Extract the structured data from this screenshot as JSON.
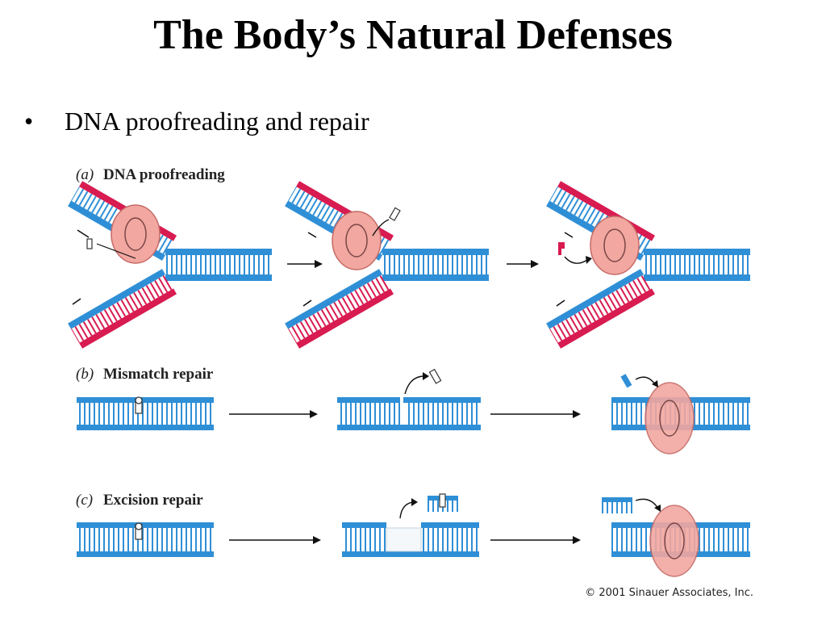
{
  "slide": {
    "title": "The Body’s Natural Defenses",
    "bullet": "DNA proofreading and repair"
  },
  "figure": {
    "panel_a": {
      "letter": "(a)",
      "label": "DNA proofreading"
    },
    "panel_b": {
      "letter": "(b)",
      "label": "Mismatch repair"
    },
    "panel_c": {
      "letter": "(c)",
      "label": "Excision repair"
    },
    "credit": "© 2001 Sinauer Associates, Inc."
  },
  "colors": {
    "dna_blue": "#2f8fd6",
    "new_strand": "#d81b50",
    "polymerase": "#f2a7a0",
    "text": "#000000"
  }
}
